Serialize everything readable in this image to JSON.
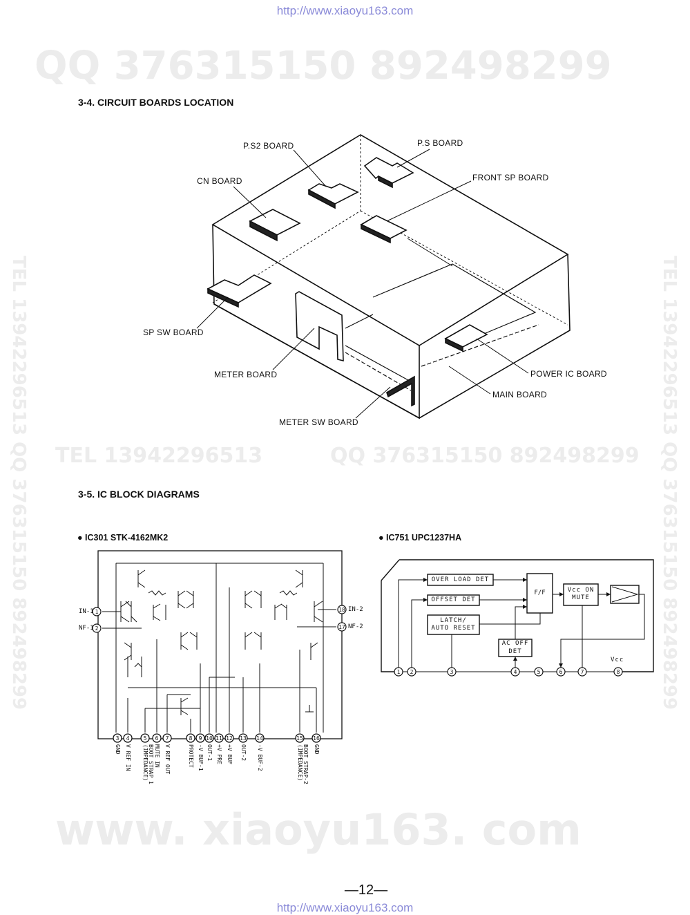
{
  "header_url": "http://www.xiaoyu163.com",
  "footer_url": "http://www.xiaoyu163.com",
  "watermarks": {
    "qq_top": "QQ 376315150   892498299",
    "tel_mid": "TEL 13942296513",
    "qq_mid": "QQ 376315150 892498299",
    "side": "TEL 13942296513 QQ 376315150 892498299",
    "bottom": "www. xiaoyu163. com"
  },
  "section_boards": {
    "title": "3-4. CIRCUIT BOARDS LOCATION",
    "labels": {
      "ps2": "P.S2 BOARD",
      "ps": "P.S BOARD",
      "cn": "CN BOARD",
      "front_sp": "FRONT SP BOARD",
      "sp_sw": "SP SW BOARD",
      "meter": "METER BOARD",
      "power_ic": "POWER IC BOARD",
      "main": "MAIN BOARD",
      "meter_sw": "METER SW BOARD"
    }
  },
  "section_ic": {
    "title": "3-5. IC BLOCK DIAGRAMS",
    "ic301": {
      "title": "IC301 STK-4162MK2",
      "side_pins": {
        "in1": "IN-1",
        "nf1": "NF-1",
        "in2": "IN-2",
        "nf2": "NF-2"
      },
      "pins": [
        {
          "n": "3",
          "label": "GND"
        },
        {
          "n": "4",
          "label": "V REF IN"
        },
        {
          "n": "5",
          "label": "BOOT STRAP 1 (IMPEDANCE)"
        },
        {
          "n": "6",
          "label": "MUTE IN"
        },
        {
          "n": "7",
          "label": "V REF OUT"
        },
        {
          "n": "8",
          "label": "PROTECT"
        },
        {
          "n": "9",
          "label": "-V BUF-1"
        },
        {
          "n": "10",
          "label": "OUT-1"
        },
        {
          "n": "11",
          "label": "+V PRE"
        },
        {
          "n": "12",
          "label": "+V BUF"
        },
        {
          "n": "13",
          "label": "OUT-2"
        },
        {
          "n": "14",
          "label": "-V BUF-2"
        },
        {
          "n": "15",
          "label": "BOOT STRAP-2 (IMPEDANCE)"
        },
        {
          "n": "16",
          "label": "GND"
        }
      ]
    },
    "ic751": {
      "title": "IC751 UPC1237HA",
      "blocks": {
        "overload": "OVER LOAD DET",
        "offset": "OFFSET DET",
        "latch1": "LATCH/",
        "latch2": "AUTO RESET",
        "ff": "F/F",
        "mute1": "Vcc ON",
        "mute2": "MUTE",
        "acoff1": "AC OFF",
        "acoff2": "DET",
        "vcc": "Vcc"
      },
      "pins": [
        "1",
        "2",
        "3",
        "4",
        "5",
        "6",
        "7",
        "8"
      ]
    }
  },
  "page_number": "—12—"
}
